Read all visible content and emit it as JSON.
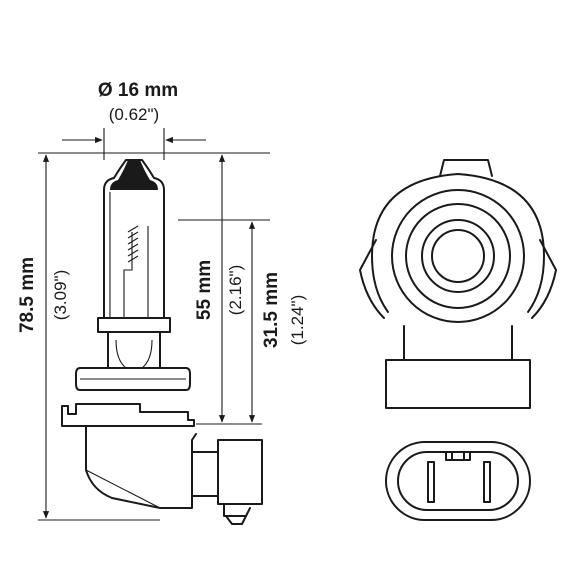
{
  "diameter": {
    "mm": "Ø 16 mm",
    "inch": "(0.62\")"
  },
  "overall_length": {
    "mm": "78.5 mm",
    "inch": "(3.09\")"
  },
  "light_center_length": {
    "mm": "55 mm",
    "inch": "(2.16\")"
  },
  "filament_height": {
    "mm": "31.5 mm",
    "inch": "(1.24\")"
  },
  "colors": {
    "ink": "#1a1a1a",
    "background": "#ffffff"
  }
}
